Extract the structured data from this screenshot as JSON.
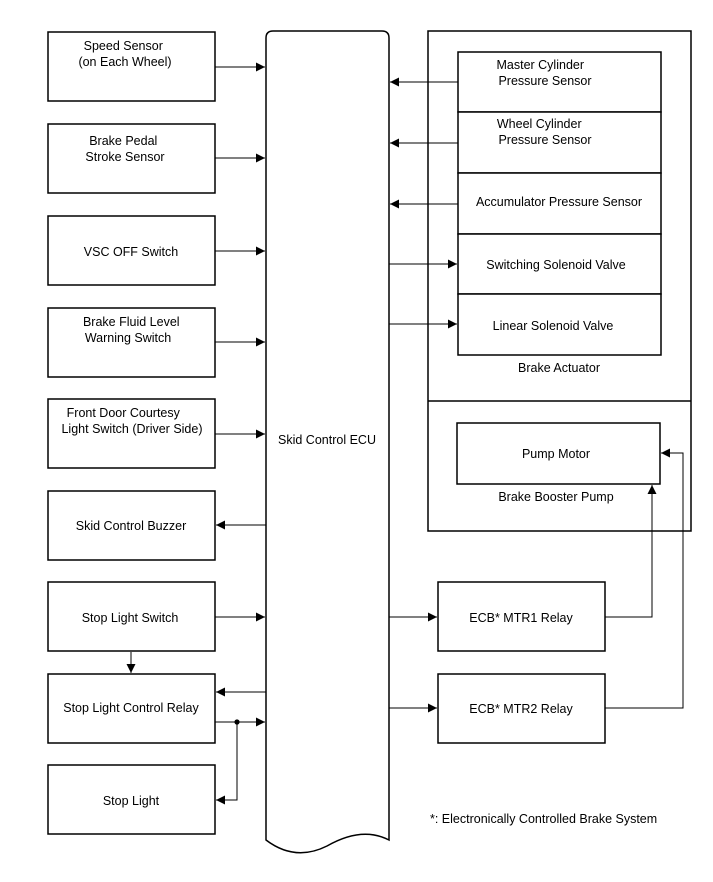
{
  "ecu": {
    "label": "Skid Control ECU"
  },
  "inputs": {
    "speed_sensor": [
      "Speed Sensor",
      "(on Each Wheel)"
    ],
    "brake_pedal_stroke_sensor": [
      "Brake Pedal",
      "Stroke Sensor"
    ],
    "vsc_off_switch": [
      "VSC OFF Switch"
    ],
    "brake_fluid_level_warning_switch": [
      "Brake Fluid Level",
      "Warning Switch"
    ],
    "front_door_courtesy_light_switch": [
      "Front Door Courtesy",
      "Light Switch (Driver Side)"
    ],
    "stop_light_switch": [
      "Stop Light Switch"
    ]
  },
  "outputs": {
    "skid_control_buzzer": [
      "Skid Control Buzzer"
    ],
    "stop_light_control_relay": [
      "Stop Light Control Relay"
    ],
    "stop_light": [
      "Stop Light"
    ]
  },
  "brake_actuator": {
    "label": "Brake Actuator",
    "master_cylinder_pressure_sensor": [
      "Master Cylinder",
      "Pressure Sensor"
    ],
    "wheel_cylinder_pressure_sensor": [
      "Wheel Cylinder",
      "Pressure Sensor"
    ],
    "accumulator_pressure_sensor": [
      "Accumulator Pressure Sensor"
    ],
    "switching_solenoid_valve": [
      "Switching Solenoid Valve"
    ],
    "linear_solenoid_valve": [
      "Linear Solenoid Valve"
    ]
  },
  "brake_booster_pump": {
    "label": "Brake Booster Pump",
    "pump_motor": [
      "Pump Motor"
    ]
  },
  "relays": {
    "ecb_mtr1_relay": [
      "ECB* MTR1 Relay"
    ],
    "ecb_mtr2_relay": [
      "ECB* MTR2 Relay"
    ]
  },
  "footnote": "*: Electronically Controlled Brake System"
}
